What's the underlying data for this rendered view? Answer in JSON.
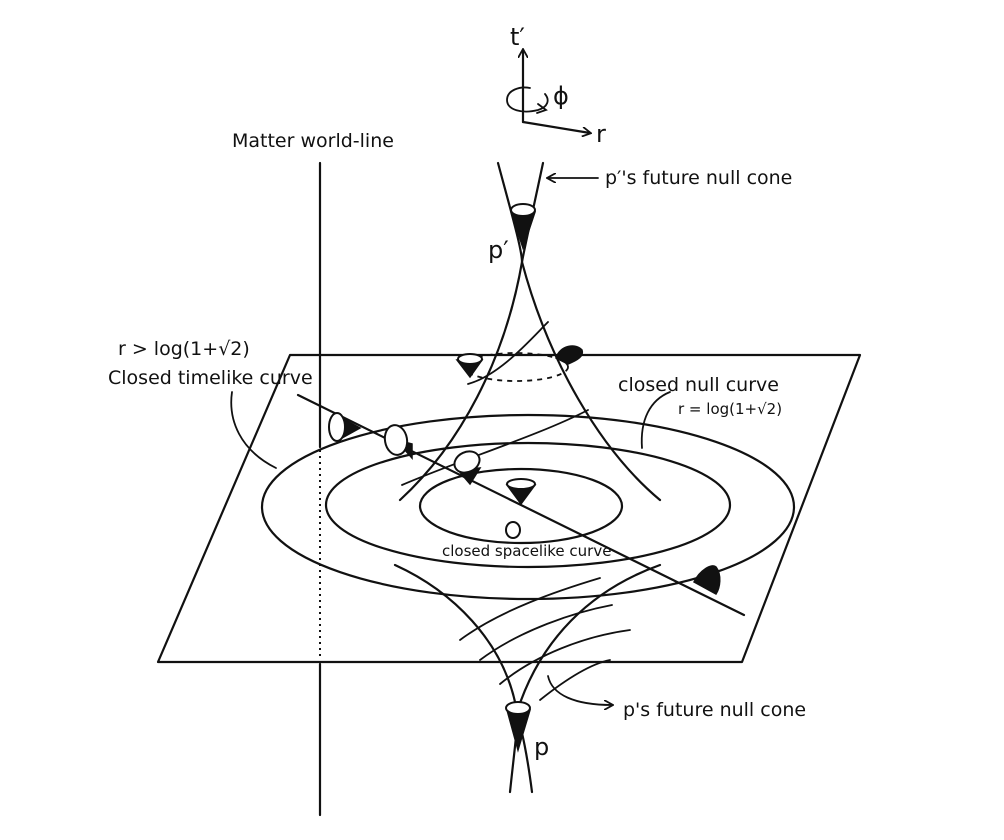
{
  "axes": {
    "t_label": "t′",
    "phi_label": "ϕ",
    "r_label": "r"
  },
  "labels": {
    "matter_world_line": "Matter world-line",
    "p_prime_future_cone": "p′'s future null cone",
    "p_prime": "p′",
    "ctc_condition": "r > log(1+√2)",
    "closed_timelike_curve": "Closed timelike curve",
    "closed_null_curve": "closed null curve",
    "null_condition": "r = log(1+√2)",
    "closed_spacelike_curve": "closed spacelike curve",
    "p_future_cone": "p's future null cone",
    "p": "p"
  },
  "colors": {
    "ink": "#111111",
    "background": "#ffffff"
  }
}
